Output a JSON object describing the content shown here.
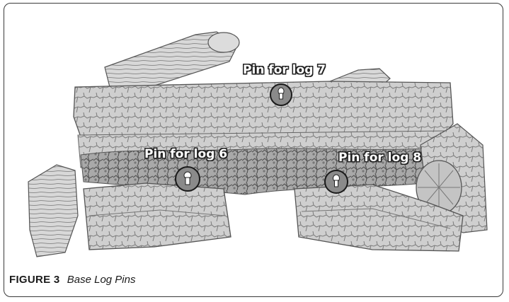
{
  "figure": {
    "number_label": "FIGURE 3",
    "title": "Base Log Pins"
  },
  "pins": [
    {
      "label": "Pin for log 7"
    },
    {
      "label": "Pin for log 6"
    },
    {
      "label": "Pin for log 8"
    }
  ],
  "colors": {
    "log_fill": "#c9c9c9",
    "log_light": "#e2e2e2",
    "log_dark": "#9a9a9a",
    "crack": "#6e6e6e",
    "outline": "#3a3a3a"
  },
  "icons": [
    "pin-marker-icon"
  ]
}
